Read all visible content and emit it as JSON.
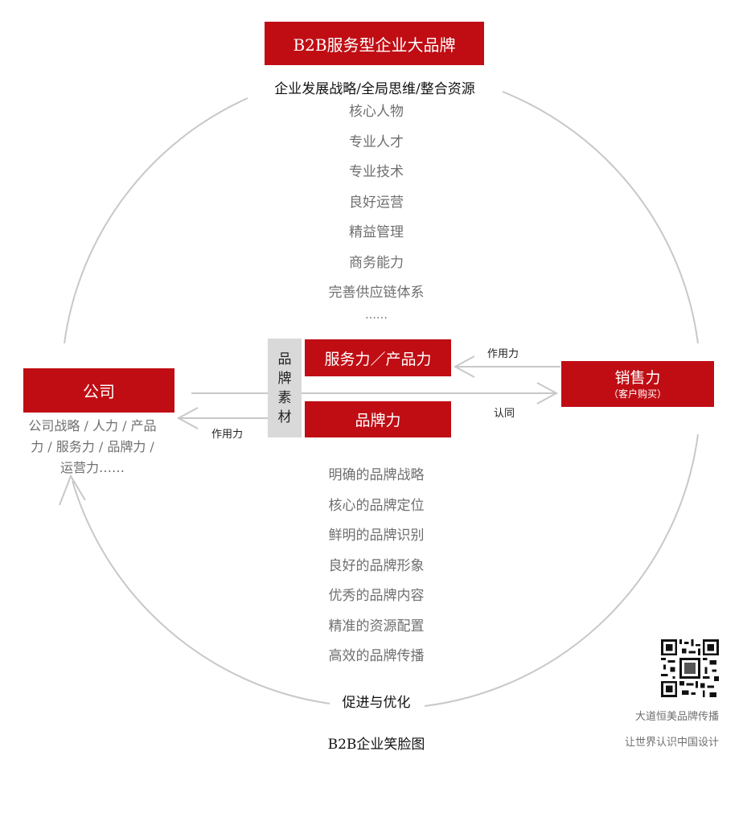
{
  "top_box": "B2B服务型企业大品牌",
  "top_subtitle": "企业发展战略/全局思维/整合资源",
  "top_items": [
    "核心人物",
    "专业人才",
    "专业技术",
    "良好运营",
    "精益管理",
    "商务能力",
    "完善供应链体系",
    "……"
  ],
  "company": {
    "label": "公司",
    "desc_lines": [
      "公司战略 / 人力 / 产品",
      "力 / 服务力 / 品牌力 /",
      "运营力……"
    ]
  },
  "material": [
    "品",
    "牌",
    "素",
    "材"
  ],
  "service_box": "服务力／产品力",
  "brand_box": "品牌力",
  "sales": {
    "label": "销售力",
    "sub": "（客户购买）"
  },
  "arrow_labels": {
    "effect_right": "作用力",
    "effect_left": "作用力",
    "recognize": "认同"
  },
  "bottom_items": [
    "明确的品牌战略",
    "核心的品牌定位",
    "鲜明的品牌识别",
    "良好的品牌形象",
    "优秀的品牌内容",
    "精准的资源配置",
    "高效的品牌传播"
  ],
  "cycle_label": "促进与优化",
  "caption": "B2B企业笑脸图",
  "watermark": {
    "line1": "大道恒美品牌传播",
    "line2": "让世界认识中国设计"
  },
  "colors": {
    "accent": "#c00d14",
    "text_grey": "#6f6f6f",
    "circle": "#c8c8c8",
    "material_bg": "#d9d9d9"
  }
}
